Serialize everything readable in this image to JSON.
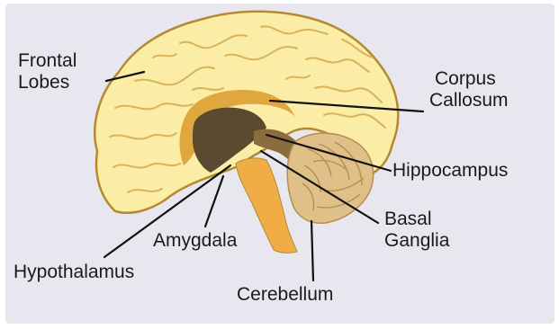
{
  "colors": {
    "background": "#e8e7f0",
    "brain_fill": "#fbeca6",
    "brain_outline": "#b58a2e",
    "gyri_lines": "#d7b45a",
    "corpus": "#e0a73e",
    "inner_dark": "#5c4a30",
    "inner_mid": "#8a6c3f",
    "brainstem": "#f0ad45",
    "cerebellum": "#dec088",
    "cerebellum_lines": "#b38f4f",
    "leader_lines": "#111111",
    "label_text": "#1a1a1a"
  },
  "labels": {
    "frontal_lobes": [
      "Frontal",
      "Lobes"
    ],
    "corpus_callosum": [
      "Corpus",
      "Callosum"
    ],
    "hippocampus": [
      "Hippocampus"
    ],
    "basal_ganglia": [
      "Basal",
      "Ganglia"
    ],
    "amygdala": [
      "Amygdala"
    ],
    "hypothalamus": [
      "Hypothalamus"
    ],
    "cerebellum": [
      "Cerebellum"
    ]
  }
}
